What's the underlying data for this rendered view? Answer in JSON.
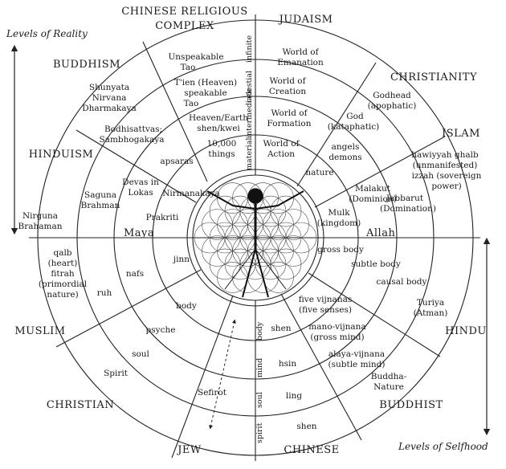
{
  "axes": {
    "levels_of_reality": "Levels of Reality",
    "levels_of_selfhood": "Levels of Selfhood",
    "maya": "Maya",
    "allah": "Allah"
  },
  "traditions_upper": {
    "chinese": [
      "CHINESE RELIGIOUS",
      "COMPLEX"
    ],
    "judaism": "JUDAISM",
    "buddhism": "BUDDHISM",
    "christianity": "CHRISTIANITY",
    "hinduism": "HINDUISM",
    "islam": "ISLAM"
  },
  "traditions_lower": {
    "muslim": "MUSLIM",
    "hindu": "HINDU",
    "christian": "CHRISTIAN",
    "buddhist": "BUDDHIST",
    "jew": "JEW",
    "chinese": "CHINESE"
  },
  "chinese_levels": {
    "unspeakable": [
      "Unspeakable",
      "Tao"
    ],
    "tien": [
      "T'ien (Heaven)",
      "speakable",
      "Tao"
    ],
    "heaven_earth": [
      "Heaven/Earth",
      "shen/kwei"
    ],
    "things": [
      "10,000",
      "things"
    ],
    "celestial": "celestial",
    "intermediate": "intermediate",
    "material": "material",
    "infinite": "infinite"
  },
  "jewish_worlds": {
    "emanation": [
      "World of",
      "Emanation"
    ],
    "creation": [
      "World of",
      "Creation"
    ],
    "formation": [
      "World of",
      "Formation"
    ],
    "action": [
      "World of",
      "Action"
    ]
  },
  "buddhist_levels": {
    "shunyata": [
      "Shunyata",
      "Nirvana",
      "Dharmakaya"
    ],
    "bodhisattvas": [
      "Bodhisattvas;",
      "Sambhogakaya"
    ],
    "apsaras": "apsaras",
    "nirmanakaya": "Nirmanakaya"
  },
  "christian_levels": {
    "godhead": [
      "Godhead",
      "(apophatic)"
    ],
    "god": [
      "God",
      "(kataphatic)"
    ],
    "angels": [
      "angels",
      "demons"
    ],
    "nature": "nature"
  },
  "hindu_levels": {
    "nirguna": [
      "Nirguna",
      "Brahaman"
    ],
    "saguna": [
      "Saguna",
      "Brahman"
    ],
    "devas": [
      "Devas in",
      "Lokas"
    ],
    "prakriti": "Prakriti"
  },
  "islam_levels": {
    "hawiyyah": [
      "hawiyyah ghalb",
      "(unmanifested)",
      "izzah (sovereign",
      "power)"
    ],
    "jabbarut": [
      "Jabbarut",
      "(Domination)"
    ],
    "malakut": [
      "Malakut",
      "(Dominion)"
    ],
    "mulk": [
      "Mulk",
      "(kingdom)"
    ]
  },
  "muslim_self": {
    "qalb": [
      "qalb",
      "(heart)",
      "fitrah",
      "(primordial",
      "nature)"
    ],
    "ruh": "ruh",
    "nafs": "nafs",
    "jinn": "jinn"
  },
  "hindu_self": {
    "gross": "gross body",
    "subtle": "subtle body",
    "causal": "causal body",
    "turiya": [
      "Turiya",
      "(Atman)"
    ]
  },
  "christian_self": {
    "body": "body",
    "psyche": "psyche",
    "soul": "soul",
    "spirit": "Spirit"
  },
  "buddhist_self": {
    "five": [
      "five vijnanas",
      "(five senses)"
    ],
    "mano": [
      "mano-vijnana",
      "(gross mind)"
    ],
    "alaya": [
      "alaya-vijnana",
      "(subtle mind)"
    ],
    "buddha": [
      "Buddha-",
      "Nature"
    ]
  },
  "jewish_self": {
    "sefirot": "Sefirot",
    "body": "body",
    "mind": "mind",
    "soul": "soul",
    "spirit": "spirit"
  },
  "chinese_self": {
    "shen1": "shen",
    "hsin": "hsin",
    "ling": "ling",
    "shen2": "shen"
  }
}
